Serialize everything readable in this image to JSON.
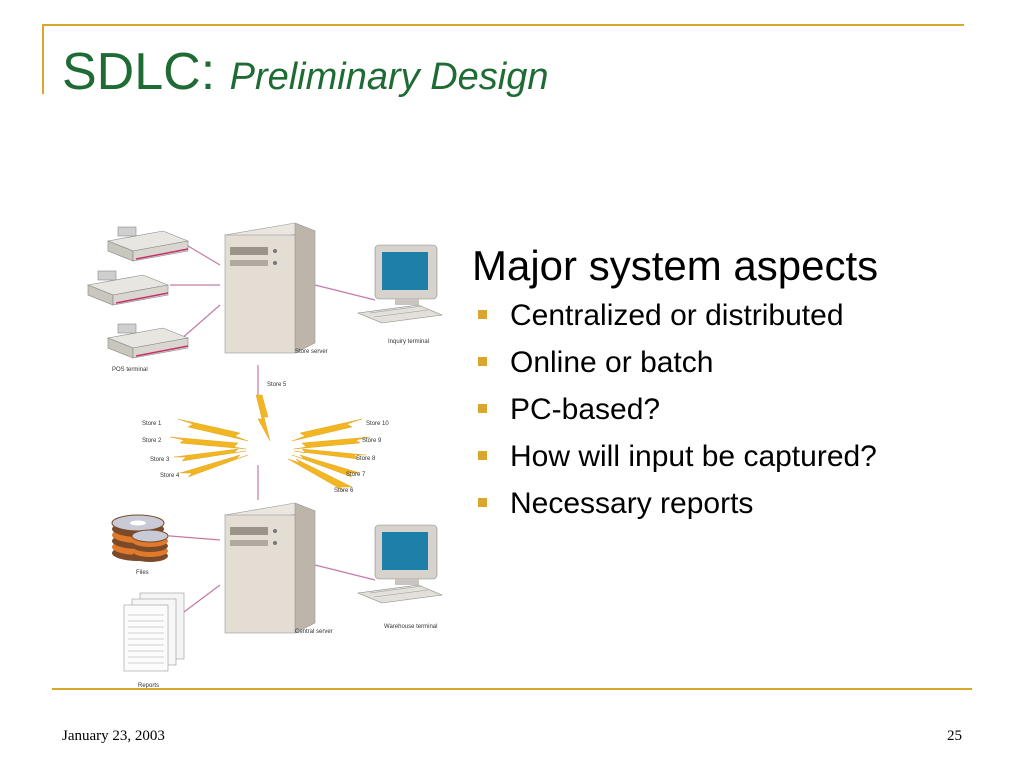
{
  "slide": {
    "title_main": "SDLC:",
    "title_sub": "Preliminary Design"
  },
  "diagram": {
    "labels": {
      "pos_terminal": "POS terminal",
      "store_server": "Store server",
      "inquiry_terminal": "Inquiry terminal",
      "store5": "Store 5",
      "store1": "Store 1",
      "store2": "Store 2",
      "store3": "Store 3",
      "store4": "Store 4",
      "store10": "Store 10",
      "store9": "Store 9",
      "store8": "Store 8",
      "store7": "Store 7",
      "store6": "Store 6",
      "files": "Files",
      "central_server": "Central server",
      "warehouse_terminal": "Warehouse terminal",
      "reports": "Reports"
    }
  },
  "content": {
    "heading": "Major system aspects",
    "bullets": [
      "Centralized or distributed",
      "Online or batch",
      "PC-based?",
      "How will input be captured?",
      "Necessary reports"
    ]
  },
  "footer": {
    "date": "January 23, 2003",
    "page": "25"
  },
  "colors": {
    "accent": "#d9a62e",
    "title": "#1e6b34"
  }
}
